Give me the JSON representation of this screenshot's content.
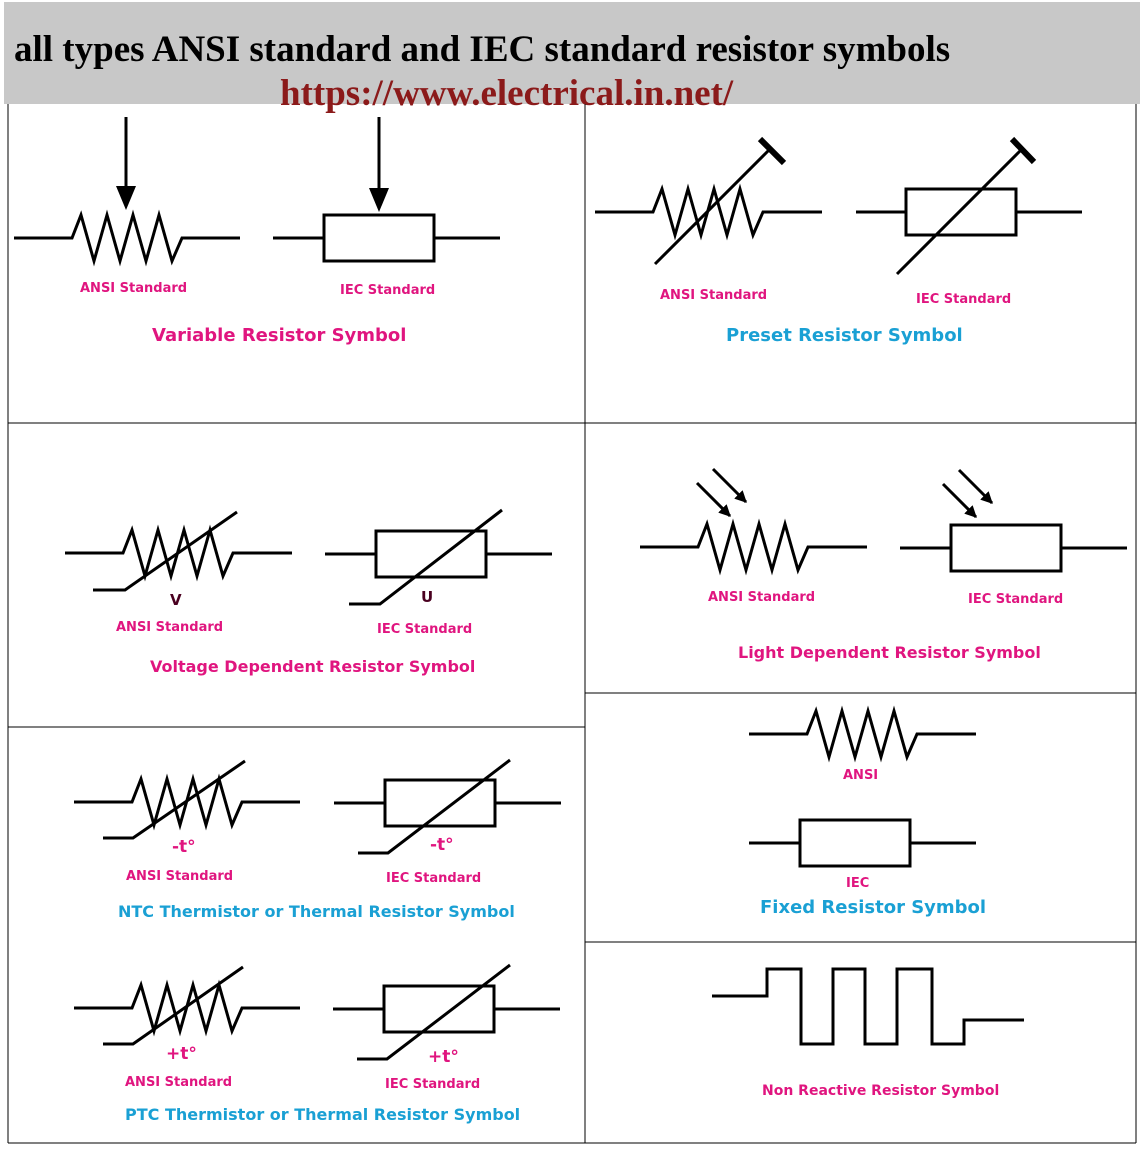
{
  "header": {
    "title": "all types ANSI standard  and IEC standard resistor symbols",
    "url": "https://www.electrical.in.net/"
  },
  "colors": {
    "magenta": "#e0157f",
    "cyan": "#1aa0d4",
    "header_bg": "#c8c8c8",
    "url": "#8b1a1a"
  },
  "variable": {
    "ansi": "ANSI Standard",
    "iec": "IEC Standard",
    "caption": "Variable Resistor Symbol"
  },
  "preset": {
    "ansi": "ANSI Standard",
    "iec": "IEC Standard",
    "caption": "Preset Resistor Symbol"
  },
  "vdr": {
    "ansi_mark": "V",
    "iec_mark": "U",
    "ansi": "ANSI Standard",
    "iec": "IEC Standard",
    "caption": "Voltage Dependent Resistor Symbol"
  },
  "ldr": {
    "ansi": "ANSI Standard",
    "iec": "IEC Standard",
    "caption": "Light Dependent Resistor Symbol"
  },
  "ntc": {
    "ansi_mark": "-t°",
    "iec_mark": "-t°",
    "ansi": "ANSI Standard",
    "iec": "IEC Standard",
    "caption": "NTC Thermistor or Thermal Resistor Symbol"
  },
  "ptc": {
    "ansi_mark": "+t°",
    "iec_mark": "+t°",
    "ansi": "ANSI Standard",
    "iec": "IEC Standard",
    "caption": "PTC Thermistor or Thermal Resistor Symbol"
  },
  "fixed": {
    "ansi": "ANSI",
    "iec": "IEC",
    "caption": "Fixed Resistor Symbol"
  },
  "nonreactive": {
    "caption": "Non Reactive Resistor Symbol"
  }
}
